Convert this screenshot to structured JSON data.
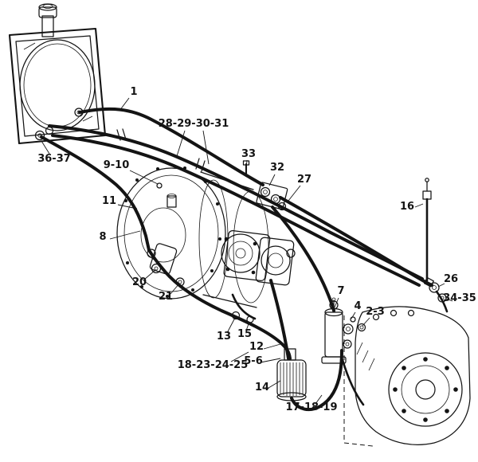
{
  "figure": {
    "ink": "#141414",
    "background": "#ffffff"
  },
  "labels": [
    {
      "part": "1"
    },
    {
      "part": "36-37"
    },
    {
      "part": "9-10"
    },
    {
      "part": "28-29-30-31"
    },
    {
      "part": "33"
    },
    {
      "part": "32"
    },
    {
      "part": "27"
    },
    {
      "part": "16"
    },
    {
      "part": "11"
    },
    {
      "part": "8"
    },
    {
      "part": "20"
    },
    {
      "part": "21"
    },
    {
      "part": "26"
    },
    {
      "part": "34-35"
    },
    {
      "part": "7"
    },
    {
      "part": "4"
    },
    {
      "part": "2-3"
    },
    {
      "part": "13"
    },
    {
      "part": "15"
    },
    {
      "part": "12"
    },
    {
      "part": "5-6"
    },
    {
      "part": "18-23-24-25"
    },
    {
      "part": "14"
    },
    {
      "part": "17-18-19"
    }
  ]
}
